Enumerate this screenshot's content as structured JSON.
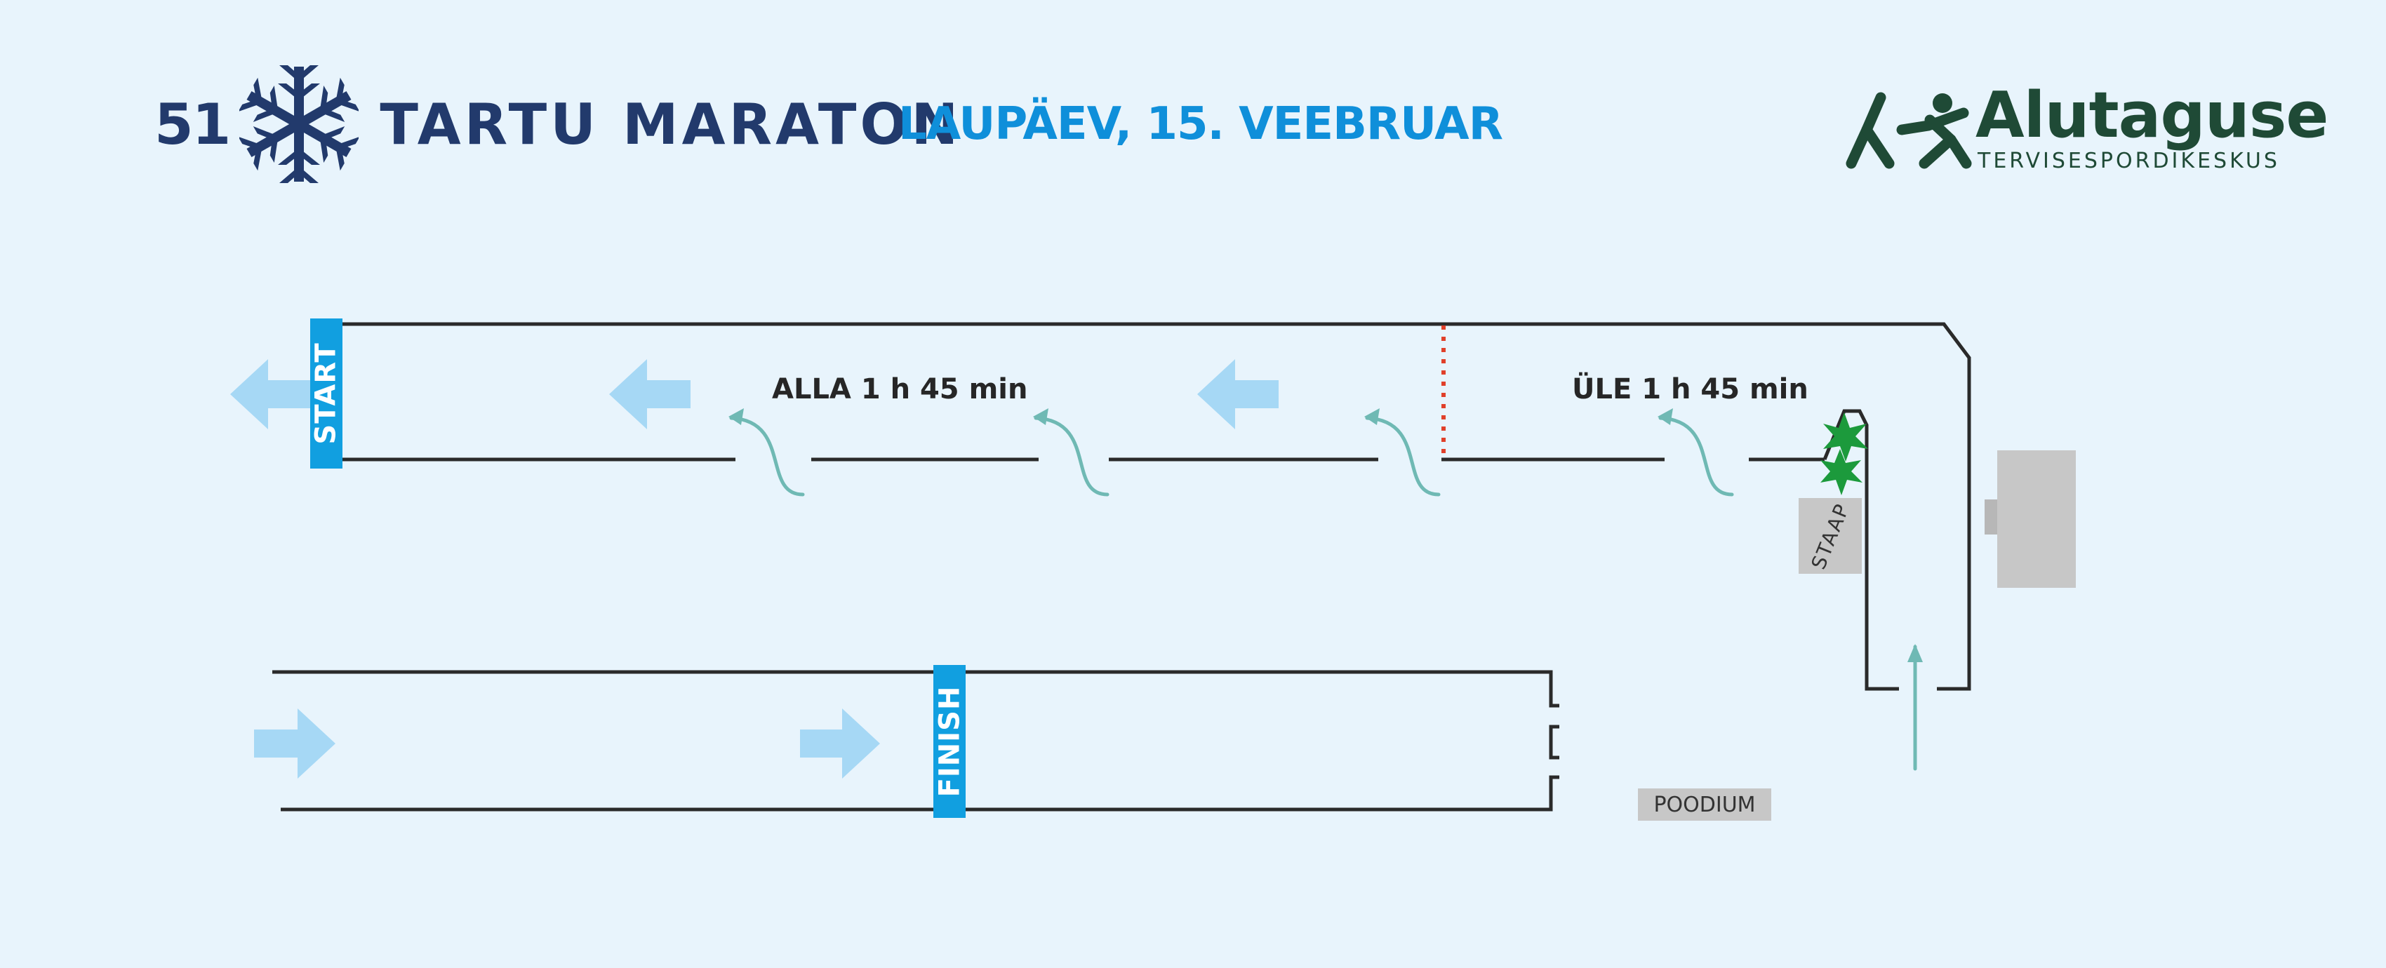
{
  "header": {
    "edition": "51",
    "event_name": "TARTU MARATON",
    "date": "LAUPÄEV, 15. VEEBRUAR",
    "sponsor_name": "Alutaguse",
    "sponsor_subtitle": "TERVISESPORDIKESKUS"
  },
  "map": {
    "start_label": "START",
    "finish_label": "FINISH",
    "lane_below": "ALLA 1 h 45 min",
    "lane_above": "ÜLE 1 h 45 min",
    "staap_label": "STAAP",
    "podium_label": "POODIUM"
  },
  "colors": {
    "brand_navy": "#223a6c",
    "date_blue": "#0f8fda",
    "bar_blue": "#119fe0",
    "arrow_light_blue": "#a6d8f5",
    "turn_arrow_teal": "#6fb9b4",
    "track_line": "#2a2a2a",
    "divider_red": "#e0402a",
    "tree_green": "#1c9a3c",
    "sponsor_green": "#1f4a36",
    "box_gray": "#c7c7c7",
    "background": "#e8f4fc"
  },
  "icons": {
    "logo": "snowflake-icon",
    "sponsor": "running-figures-icon",
    "direction": "arrow-icon",
    "trees": "tree-icon"
  }
}
